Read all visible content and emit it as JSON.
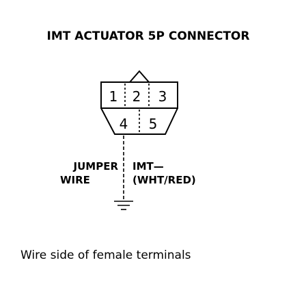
{
  "title": "IMT ACTUATOR 5P CONNECTOR",
  "pins": {
    "p1": "1",
    "p2": "2",
    "p3": "3",
    "p4": "4",
    "p5": "5"
  },
  "left_label": {
    "line1": "JUMPER",
    "line2": "WIRE"
  },
  "right_label": {
    "line1": "IMT—",
    "line2": "(WHT/RED)"
  },
  "caption": "Wire side of female terminals"
}
